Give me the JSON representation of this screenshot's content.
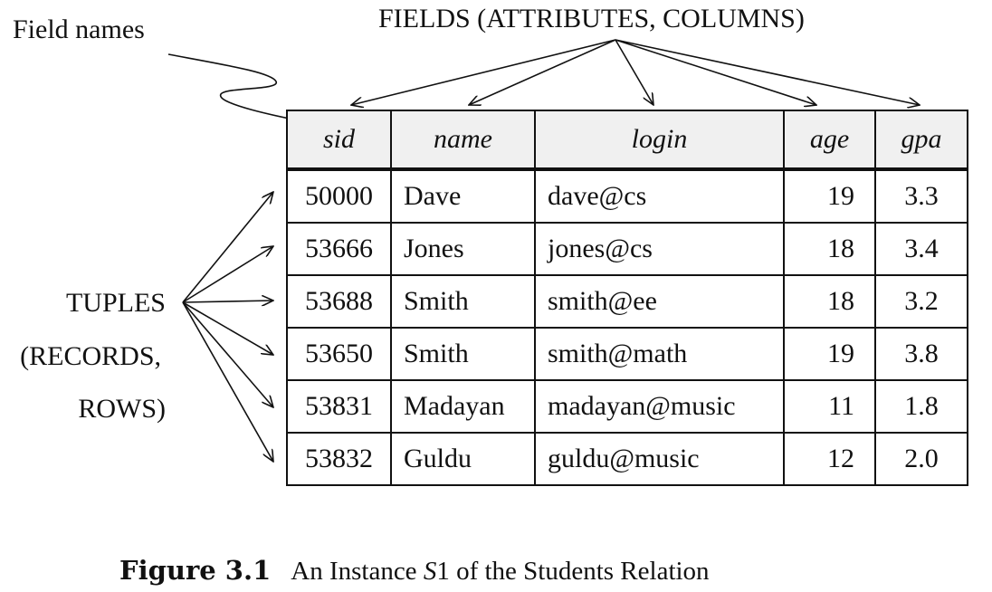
{
  "labels": {
    "field_names": "Field names",
    "fields": "FIELDS (ATTRIBUTES, COLUMNS)",
    "tuples_1": "TUPLES",
    "tuples_2": "(RECORDS,",
    "tuples_3": "ROWS)"
  },
  "table": {
    "headers": [
      "sid",
      "name",
      "login",
      "age",
      "gpa"
    ],
    "rows": [
      [
        "50000",
        "Dave",
        "dave@cs",
        "19",
        "3.3"
      ],
      [
        "53666",
        "Jones",
        "jones@cs",
        "18",
        "3.4"
      ],
      [
        "53688",
        "Smith",
        "smith@ee",
        "18",
        "3.2"
      ],
      [
        "53650",
        "Smith",
        "smith@math",
        "19",
        "3.8"
      ],
      [
        "53831",
        "Madayan",
        "madayan@music",
        "11",
        "1.8"
      ],
      [
        "53832",
        "Guldu",
        "guldu@music",
        "12",
        "2.0"
      ]
    ]
  },
  "caption": {
    "number": "Figure 3.1",
    "text_before": "An Instance ",
    "symbol": "S",
    "text_after": "1 of the Students Relation"
  }
}
